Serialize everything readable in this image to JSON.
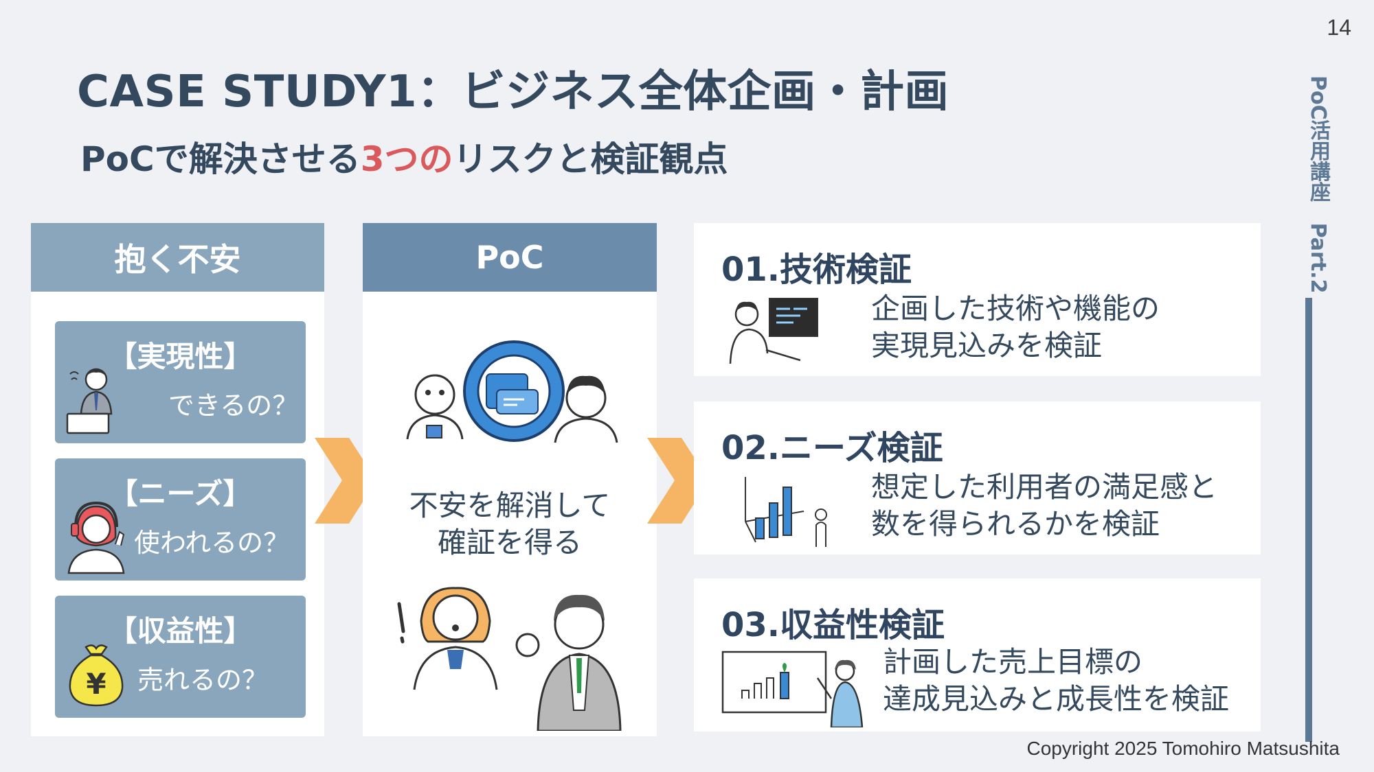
{
  "page_number": "14",
  "title": "CASE STUDY1：ビジネス全体企画・計画",
  "subtitle": {
    "prefix": "PoCで解決させる",
    "highlight": "3つの",
    "suffix": "リスクと検証観点"
  },
  "side_label": "PoC活用講座　Part.2",
  "copyright": "Copyright 2025 Tomohiro Matsushita",
  "colors": {
    "accent_red": "#d9595c",
    "risk_card": "#8aa6bd",
    "poc_head": "#6b8cab",
    "arrow": "#f5b565",
    "navy": "#34495e"
  },
  "anxiety": {
    "header": "抱く不安",
    "risks": [
      {
        "title": "【実現性】",
        "question": "できるの？",
        "icon": "worried-person-laptop-icon"
      },
      {
        "title": "【ニーズ】",
        "question": "使われるの？",
        "icon": "headset-woman-icon"
      },
      {
        "title": "【収益性】",
        "question": "売れるの？",
        "icon": "yen-money-bag-icon"
      }
    ]
  },
  "poc": {
    "header": "PoC",
    "message_line1": "不安を解消して",
    "message_line2": "確証を得る",
    "icons": [
      "robot-icon",
      "magnifier-icon",
      "person-icon",
      "surprised-woman-icon",
      "businessman-fist-icon"
    ]
  },
  "verifications": [
    {
      "title": "01.技術検証",
      "line1": "企画した技術や機能の",
      "line2": "実現見込みを検証",
      "icon": "engineer-computer-icon"
    },
    {
      "title": "02.ニーズ検証",
      "line1": "想定した利用者の満足感と",
      "line2": "数を得られるかを検証",
      "icon": "bar-chart-person-icon"
    },
    {
      "title": "03.収益性検証",
      "line1": "計画した売上目標の",
      "line2": "達成見込みと成長性を検証",
      "icon": "growth-chart-presenter-icon"
    }
  ]
}
